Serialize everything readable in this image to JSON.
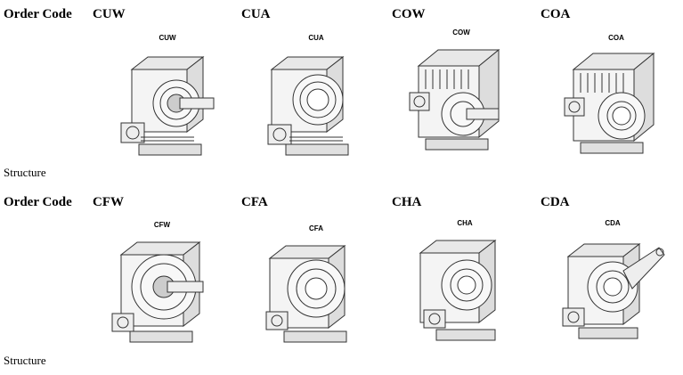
{
  "rows": [
    {
      "order_code_label": "Order Code",
      "structure_label": "Structure",
      "items": [
        {
          "code": "CUW",
          "caption": "CUW",
          "icon": "worm-gearbox-shaft-input-icon"
        },
        {
          "code": "CUA",
          "caption": "CUA",
          "icon": "worm-gearbox-hollow-shaft-icon"
        },
        {
          "code": "COW",
          "caption": "COW",
          "icon": "worm-gearbox-finned-shaft-icon"
        },
        {
          "code": "COA",
          "caption": "COA",
          "icon": "worm-gearbox-finned-hollow-icon"
        }
      ]
    },
    {
      "order_code_label": "Order Code",
      "structure_label": "Structure",
      "items": [
        {
          "code": "CFW",
          "caption": "CFW",
          "icon": "worm-gearbox-flange-shaft-icon"
        },
        {
          "code": "CFA",
          "caption": "CFA",
          "icon": "worm-gearbox-flange-hollow-icon"
        },
        {
          "code": "CHA",
          "caption": "CHA",
          "icon": "worm-gearbox-hollow-output-icon"
        },
        {
          "code": "CDA",
          "caption": "CDA",
          "icon": "worm-gearbox-torque-arm-icon"
        }
      ]
    }
  ]
}
